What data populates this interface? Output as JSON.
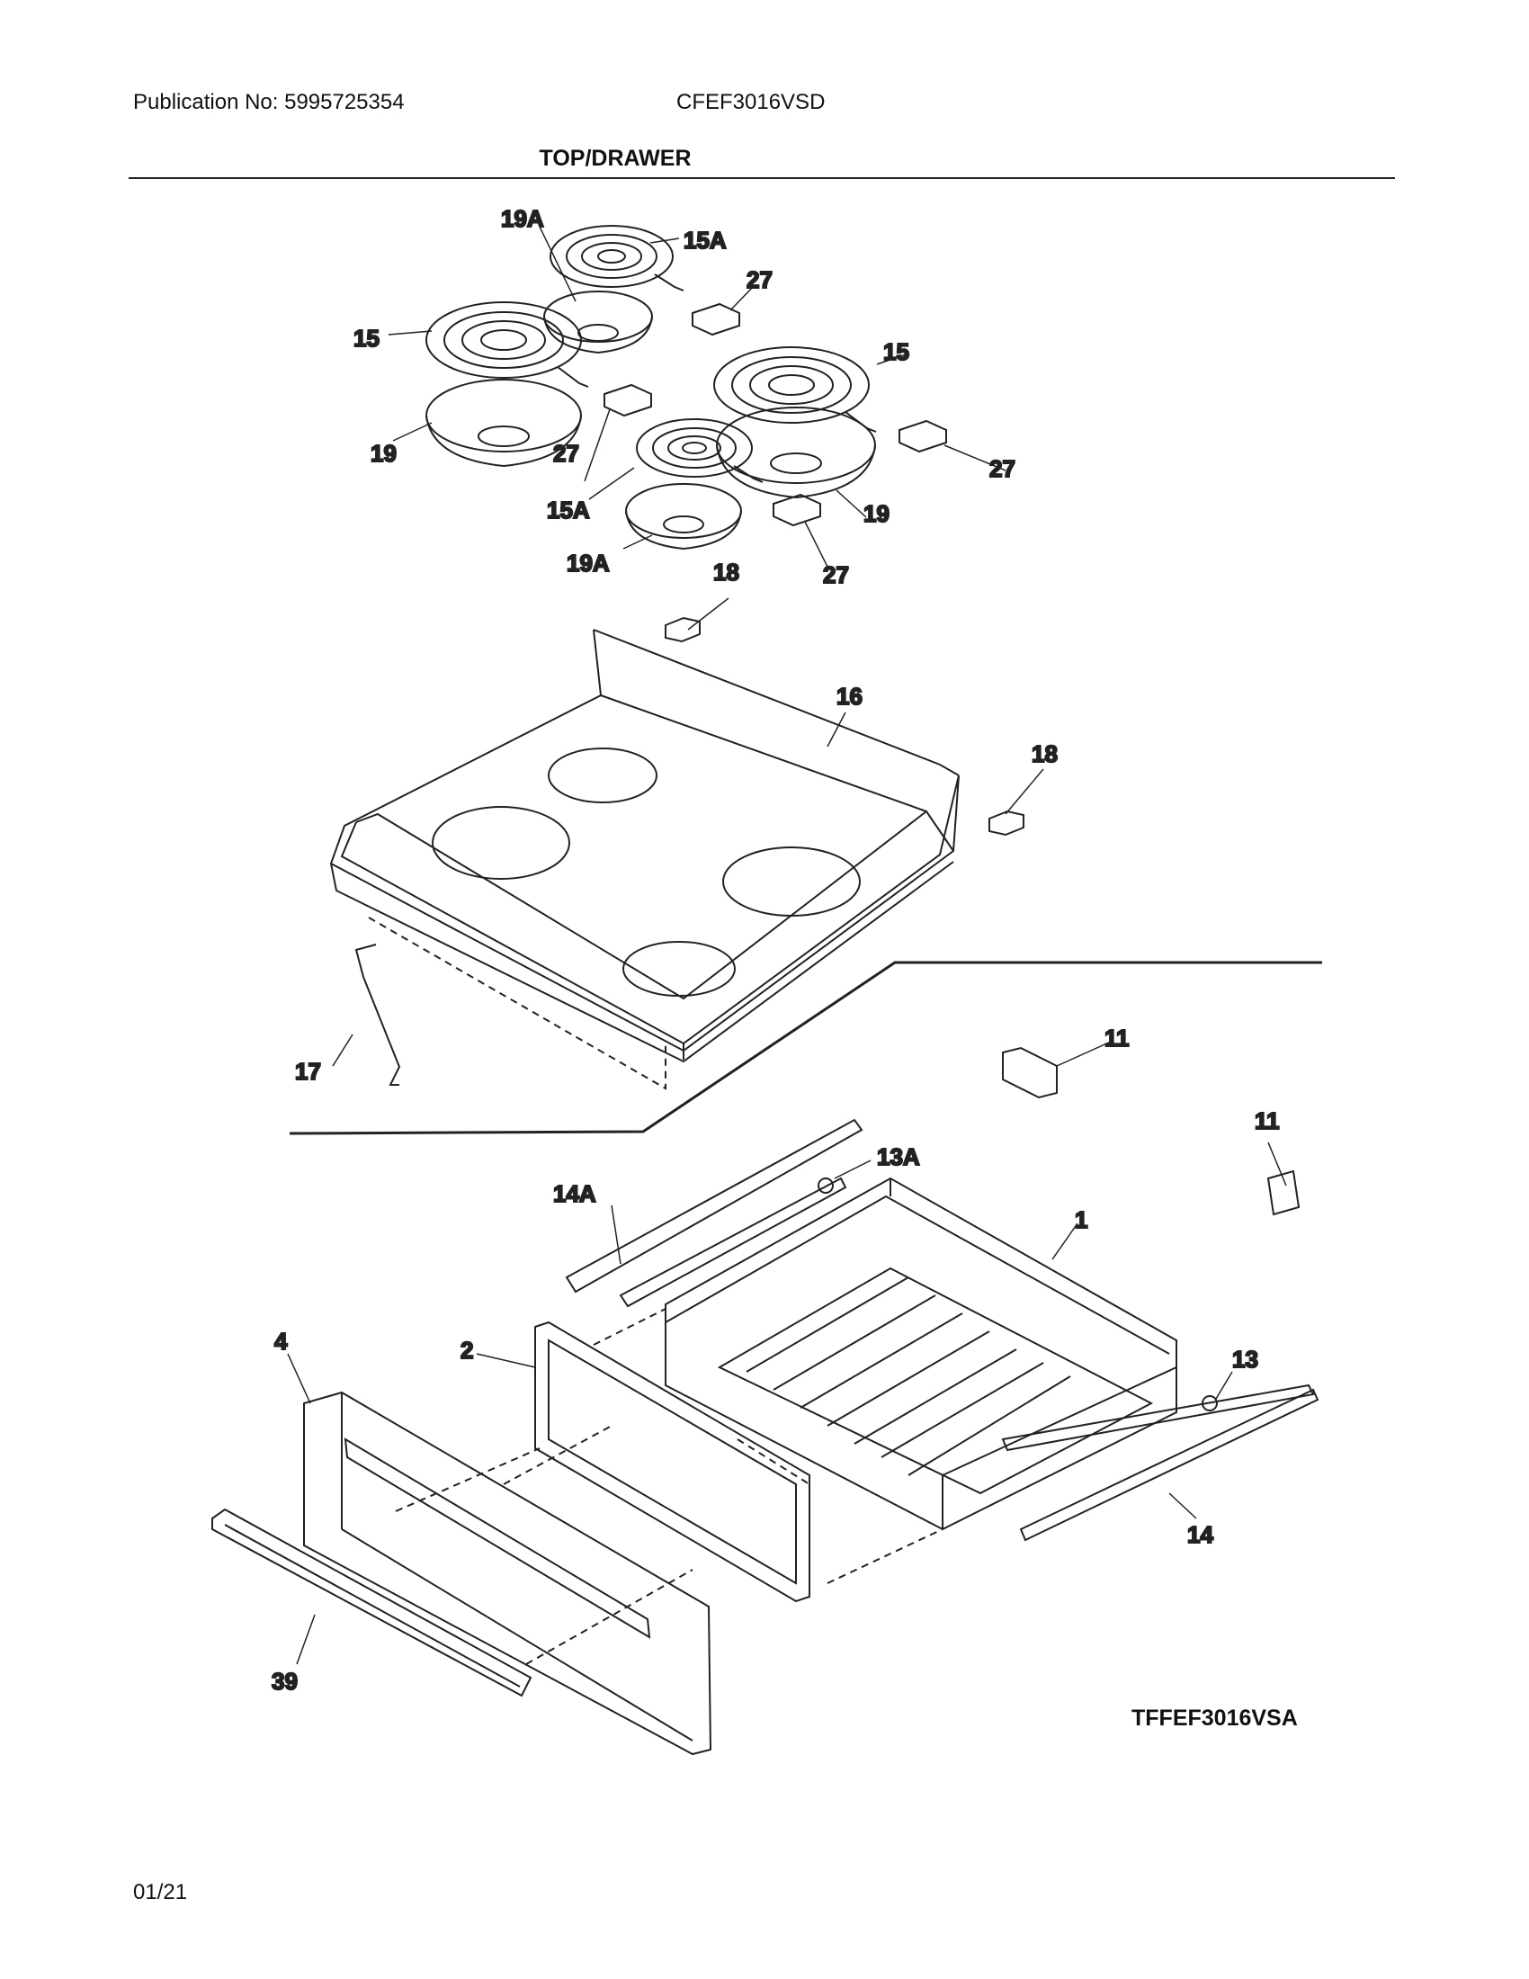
{
  "header": {
    "publication": "Publication No: 5995725354",
    "model": "CFEF3016VSD",
    "section_title": "TOP/DRAWER"
  },
  "callouts": {
    "c19a_top": "19A",
    "c15a_top": "15A",
    "c27_a": "27",
    "c15_left": "15",
    "c15_right": "15",
    "c19_left": "19",
    "c27_b": "27",
    "c27_c": "27",
    "c15a_front": "15A",
    "c19_right": "19",
    "c19a_front": "19A",
    "c27_d": "27",
    "c18_top": "18",
    "c16": "16",
    "c18_right": "18",
    "c17": "17",
    "c11_a": "11",
    "c11_b": "11",
    "c13a": "13A",
    "c14a": "14A",
    "c1": "1",
    "c4": "4",
    "c2": "2",
    "c13": "13",
    "c14": "14",
    "c39": "39"
  },
  "footer": {
    "diagram_code": "TFFEF3016VSA",
    "page": "01/21"
  }
}
